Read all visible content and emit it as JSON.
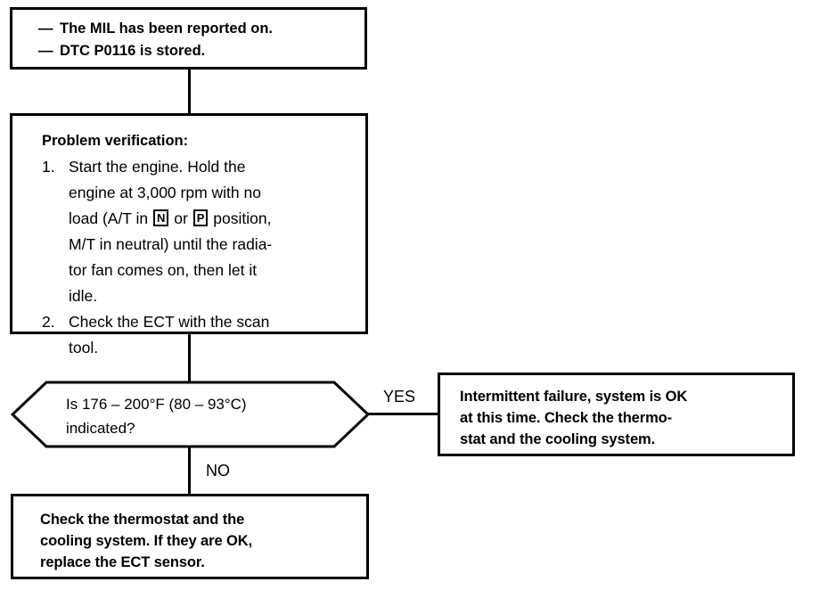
{
  "diagram": {
    "type": "troubleshooting-flowchart",
    "title": "DTC P0116 Troubleshooting Flowchart",
    "line_color": "#000000",
    "background_color": "#ffffff"
  },
  "symptom_box": {
    "name": "symptom-box",
    "bullets": [
      {
        "dash": "—",
        "text": "The MIL has been reported on."
      },
      {
        "dash": "—",
        "text": "DTC P0116 is stored."
      }
    ]
  },
  "verify_box": {
    "name": "problem-verification-box",
    "title": "Problem verification:",
    "steps": [
      {
        "number": "1.",
        "lines": [
          "Start the engine. Hold the",
          "engine at 3,000 rpm with no",
          "load (A/T in ",
          "M/T in neutral) until the radia-",
          "tor fan comes on, then let it",
          "idle."
        ],
        "inline_gear": {
          "neutral": "N",
          "park": "P",
          "between": " or ",
          "after": " position,"
        }
      },
      {
        "number": "2.",
        "lines": [
          "Check the ECT with the scan",
          "tool."
        ]
      }
    ]
  },
  "decision": {
    "name": "temperature-range-decision",
    "lines": [
      "Is 176 – 200°F (80 – 93°C)",
      "indicated?"
    ],
    "yes_label": "YES",
    "no_label": "NO"
  },
  "yes_box": {
    "name": "intermittent-failure-box",
    "lines": [
      "Intermittent failure, system is OK",
      "at this time. Check the thermo-",
      "stat and the cooling system."
    ]
  },
  "no_box": {
    "name": "check-thermostat-box",
    "lines": [
      "Check the thermostat and the",
      "cooling system. If they are OK,",
      "replace the ECT sensor."
    ]
  }
}
